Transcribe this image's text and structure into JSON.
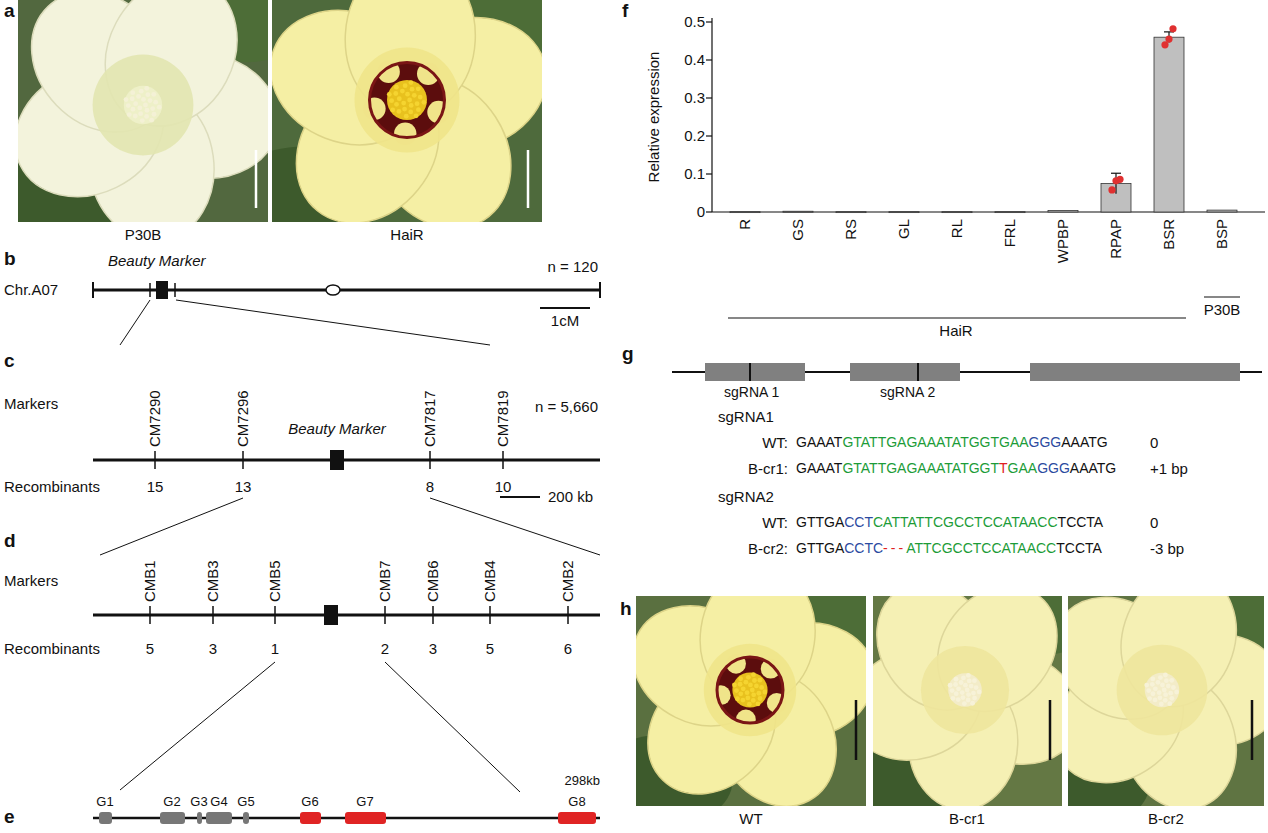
{
  "diagram": {
    "labels": [
      "a",
      "P30B",
      "HaiR",
      "b",
      "Beauty Marker",
      "Chr.A07",
      "n = 120",
      "1cM",
      "c",
      "Markers",
      "CM7290",
      "CM7296",
      "Beauty Marker",
      "CM7817",
      "CM7819",
      "n = 5,660",
      "Recombinants",
      "15",
      "13",
      "8",
      "10",
      "200 kb",
      "d",
      "Markers",
      "CMB1",
      "CMB3",
      "CMB5",
      "CMB7",
      "CMB6",
      "CMB4",
      "CMB2",
      "Recombinants",
      "5",
      "3",
      "1",
      "2",
      "3",
      "5",
      "6",
      "e",
      "G1",
      "G2",
      "G3",
      "G4",
      "G5",
      "G6",
      "G7",
      "G8",
      "298kb",
      "f",
      "Relative expression",
      "0.5",
      "0.4",
      "0.3",
      "0.2",
      "0.1",
      "0",
      "R",
      "GS",
      "RS",
      "GL",
      "RL",
      "FRL",
      "WPBP",
      "RPAP",
      "BSR",
      "BSP",
      "HaiR",
      "P30B",
      "g",
      "sgRNA 1",
      "sgRNA 2",
      "sgRNA1",
      "WT:",
      "GAAAT",
      "GTATTGAGAAATATGGTGAA",
      "GGG",
      "AAATG",
      "0",
      "B-cr1:",
      "GAAAT",
      "GTATTGAGAAATATGGT",
      "T",
      "GAA",
      "GGG",
      "AAATG",
      "+1 bp",
      "sgRNA2",
      "WT:",
      "GTTGA",
      "CCT",
      "CATTATTCGCCTCCATAACC",
      "TCCTA",
      "0",
      "B-cr2:",
      "GTTGA",
      "CCTC",
      "---",
      "ATTCGCCTCCATAACC",
      "TCCTA",
      "-3 bp",
      "h",
      "WT",
      "B-cr1",
      "B-cr2"
    ]
  }
}
